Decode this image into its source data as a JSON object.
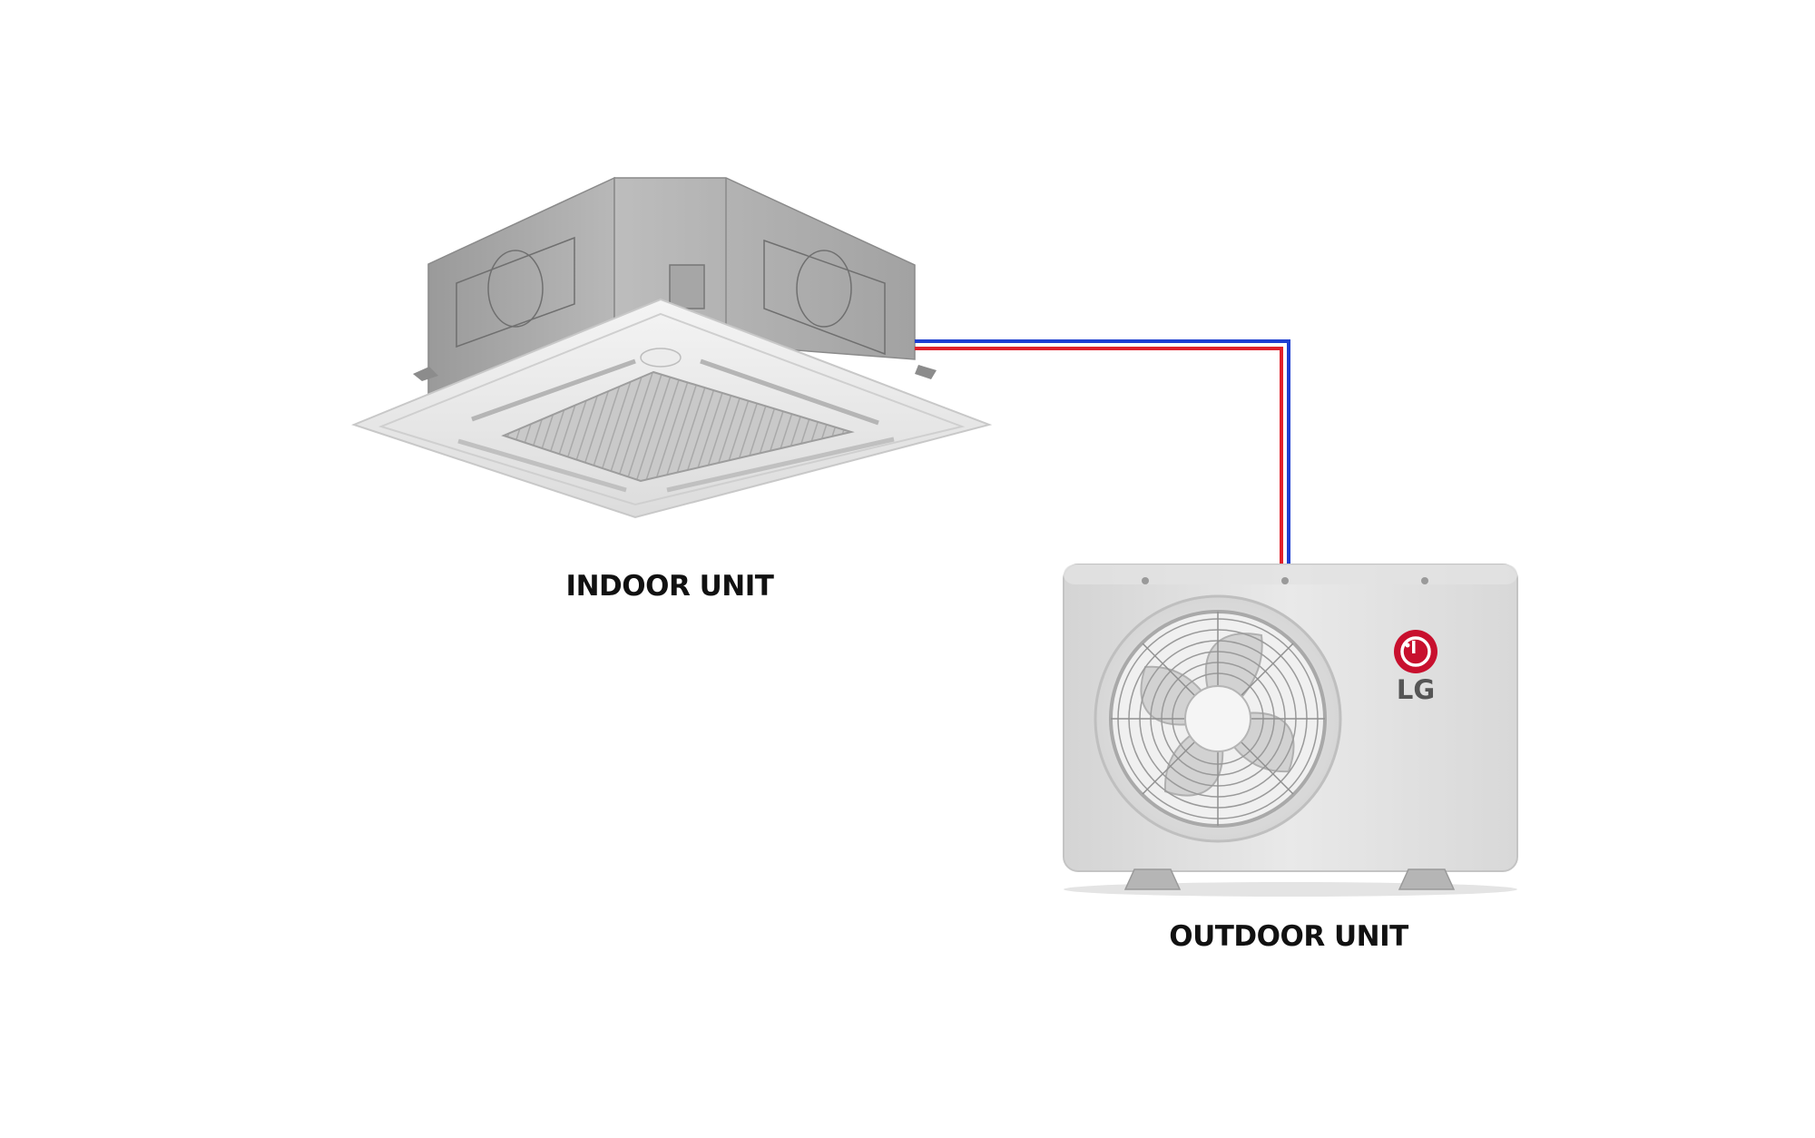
{
  "labels": {
    "indoor": "INDOOR UNIT",
    "outdoor": "OUTDOOR UNIT"
  },
  "brand": {
    "text": "LG",
    "color": "#c8102e"
  },
  "pipes": {
    "hot_color": "#e0212b",
    "cold_color": "#1f3fd1"
  },
  "icons": {
    "indoor": "ceiling-cassette-icon",
    "outdoor": "condenser-fan-icon",
    "logo": "lg-logo-icon"
  }
}
